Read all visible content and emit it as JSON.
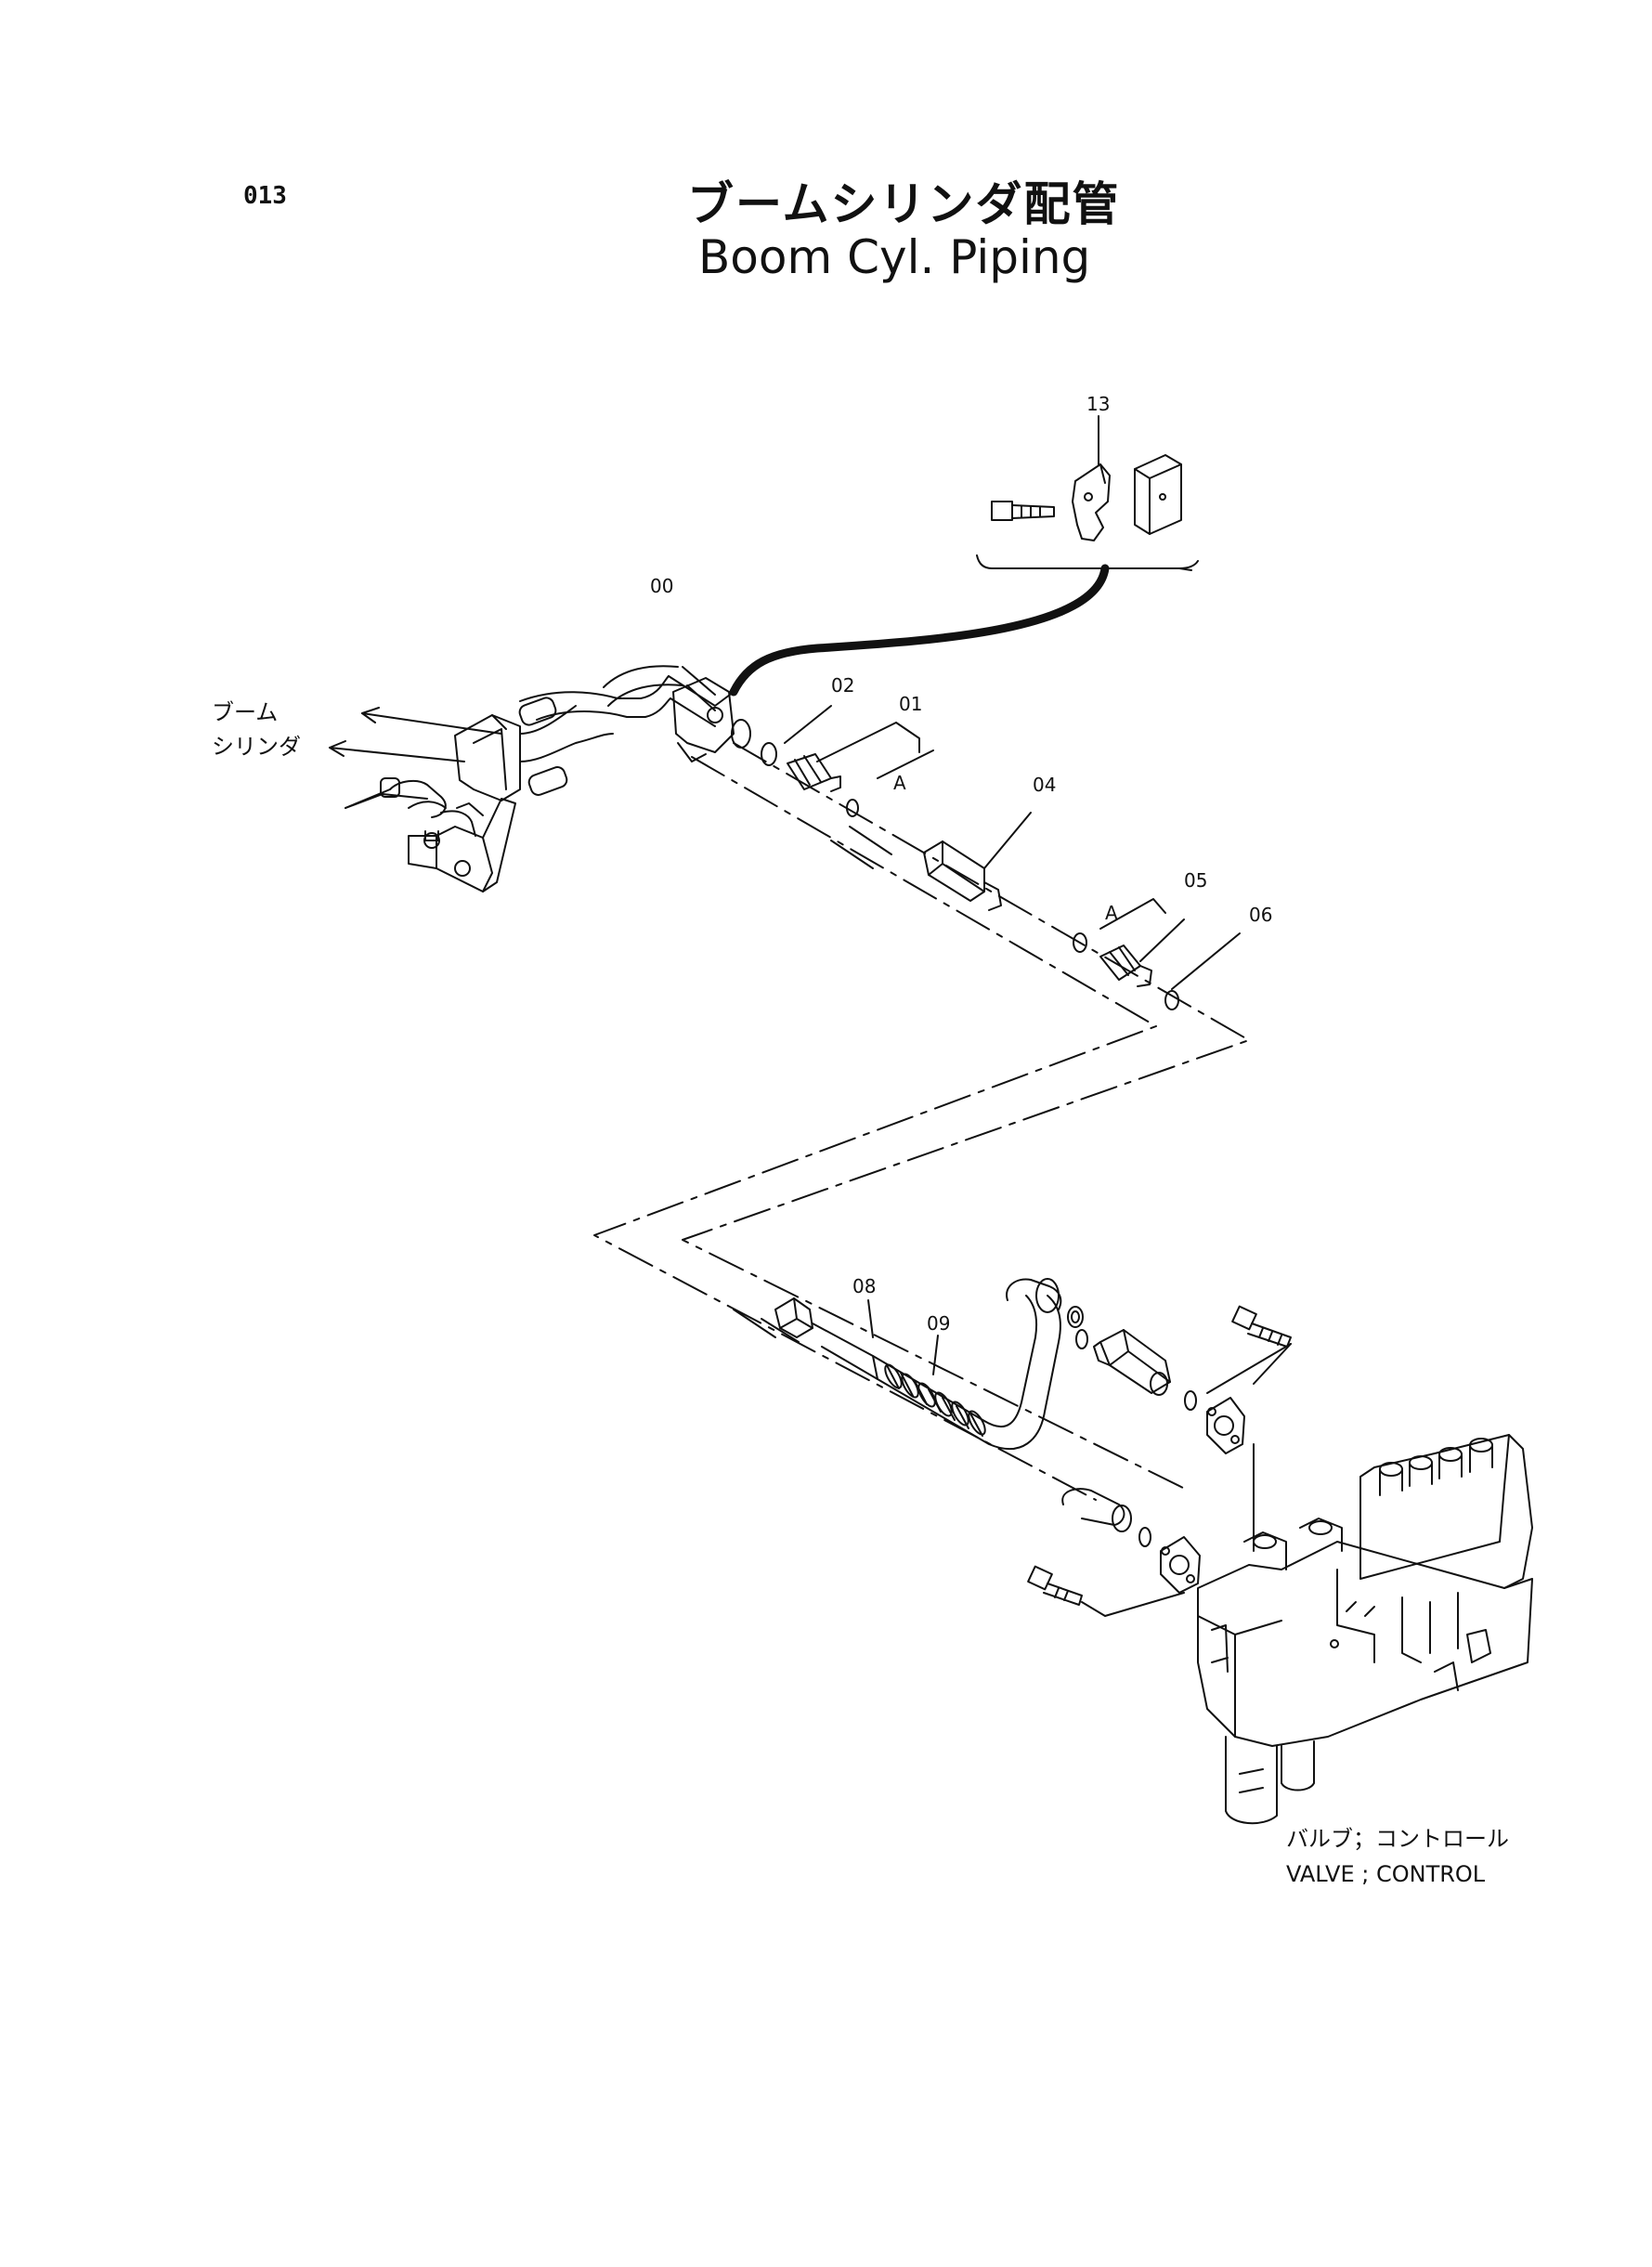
{
  "page_number": "013",
  "title_jp": "ブームシリンダ配管",
  "title_en": "Boom  Cyl. Piping",
  "callouts": {
    "c13": "13",
    "c00": "00",
    "c02": "02",
    "c01": "01",
    "cA1": "A",
    "c04": "04",
    "c05": "05",
    "cA2": "A",
    "c06": "06",
    "c08": "08",
    "c09": "09"
  },
  "boom_cylinder_label": {
    "line1": "ブーム",
    "line2": "シリンダ"
  },
  "control_valve_label": {
    "jp": "バルブ；コントロール",
    "en": "VALVE ; CONTROL"
  }
}
